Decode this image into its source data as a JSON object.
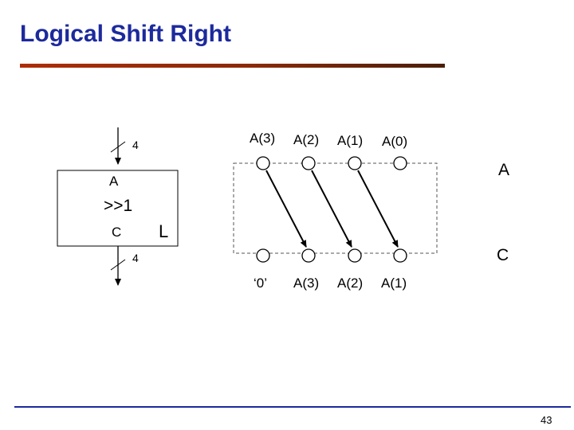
{
  "slide": {
    "title": "Logical Shift Right",
    "page_number": "43"
  },
  "block": {
    "input_width": "4",
    "output_width": "4",
    "input_port": "A",
    "operation": ">>1",
    "output_port": "C",
    "shift_type": "L"
  },
  "register_a": {
    "label": "A",
    "bits": [
      "A(3)",
      "A(2)",
      "A(1)",
      "A(0)"
    ]
  },
  "register_c": {
    "label": "C",
    "bits": [
      "‘0’",
      "A(3)",
      "A(2)",
      "A(1)"
    ]
  },
  "colors": {
    "title": "#1c2a9c",
    "title_bar": "#ad2d06",
    "footer_line": "#1c2a9c",
    "lines": "#000000"
  }
}
